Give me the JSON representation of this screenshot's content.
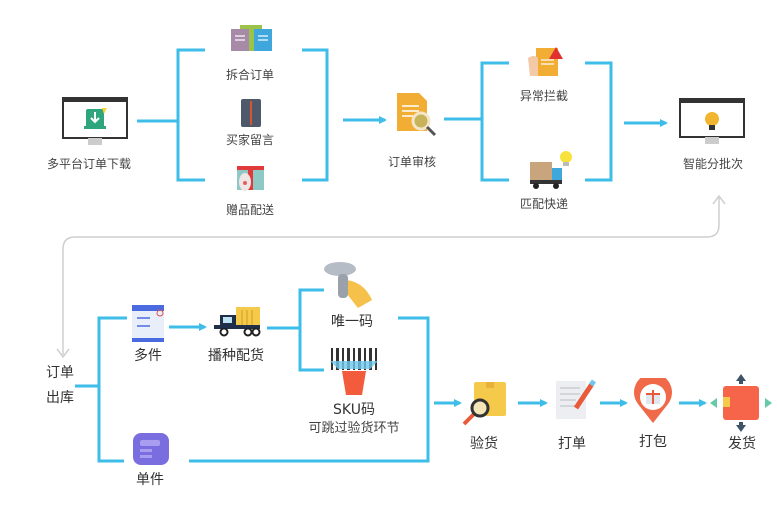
{
  "colors": {
    "flow_line": "#3dbde8",
    "return_line": "#c8c8c8",
    "text": "#444444"
  },
  "top_flow": {
    "start": {
      "label": "多平台订单下载",
      "icon": "monitor-download-icon"
    },
    "order_processing": [
      {
        "label": "拆合订单",
        "icon": "split-merge-docs-icon"
      },
      {
        "label": "买家留言",
        "icon": "notebook-pen-icon"
      },
      {
        "label": "赠品配送",
        "icon": "gift-tag-icon"
      }
    ],
    "review": {
      "label": "订单审核",
      "icon": "document-search-icon"
    },
    "review_branches": [
      {
        "label": "异常拦截",
        "icon": "warning-hand-icon"
      },
      {
        "label": "匹配快递",
        "icon": "truck-idea-icon"
      }
    ],
    "end": {
      "label": "智能分批次",
      "icon": "monitor-bulb-icon"
    }
  },
  "bottom_flow": {
    "start": {
      "label_line1": "订单",
      "label_line2": "出库"
    },
    "multi": {
      "label": "多件",
      "icon": "multi-doc-icon"
    },
    "single": {
      "label": "单件",
      "icon": "single-card-icon"
    },
    "sorting": {
      "label": "播种配货",
      "icon": "delivery-truck-icon"
    },
    "unique_code": {
      "label": "唯一码",
      "icon": "handheld-scanner-icon"
    },
    "sku_code": {
      "label_line1": "SKU码",
      "label_line2": "可跳过验货环节",
      "icon": "barcode-scanner-icon"
    },
    "steps": [
      {
        "label": "验货",
        "icon": "box-inspect-icon"
      },
      {
        "label": "打单",
        "icon": "print-doc-icon"
      },
      {
        "label": "打包",
        "icon": "gift-pin-icon"
      },
      {
        "label": "发货",
        "icon": "ship-box-icon"
      }
    ]
  }
}
